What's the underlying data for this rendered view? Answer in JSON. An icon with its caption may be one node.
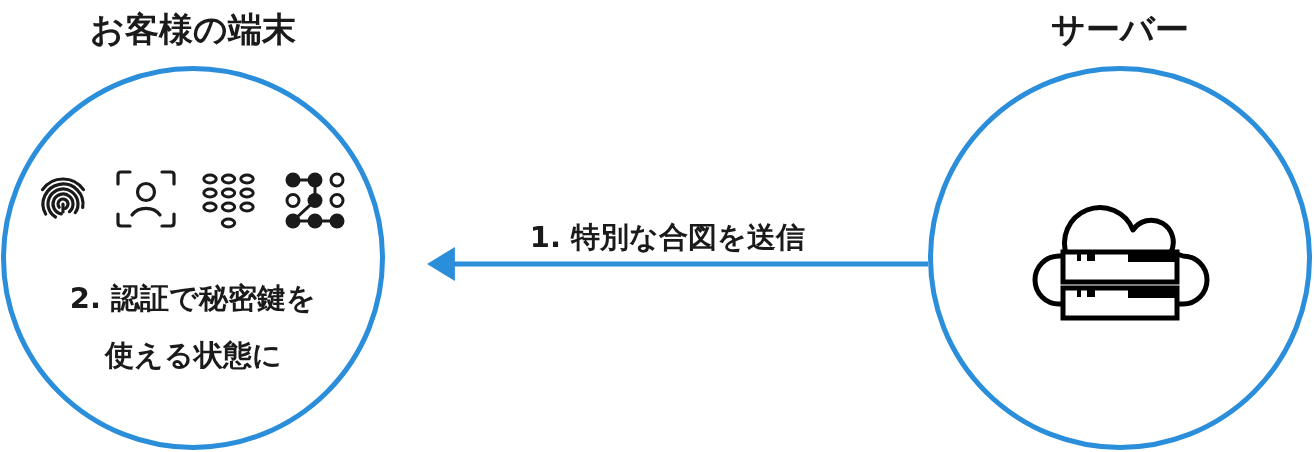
{
  "diagram": {
    "nodes": [
      {
        "text": [
          "お客様の端末",
          "2. 認証で秘密鍵を使える状態に"
        ]
      },
      {
        "text": [
          "サーバー"
        ]
      }
    ],
    "edges": [
      {
        "from": 1,
        "to": 0,
        "arrow": "to",
        "label": "1. 特別な合図を送信"
      }
    ]
  }
}
